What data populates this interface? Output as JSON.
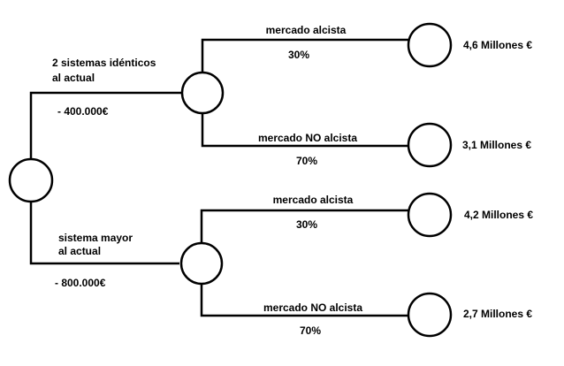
{
  "root": {
    "options": [
      {
        "name_lines": [
          "2 sistemas idénticos",
          "al actual"
        ],
        "cost": "- 400.000€",
        "branches": [
          {
            "market": "mercado alcista",
            "probability": "30%",
            "outcome": "4,6 Millones €"
          },
          {
            "market": "mercado NO alcista",
            "probability": "70%",
            "outcome": "3,1 Millones €"
          }
        ]
      },
      {
        "name_lines": [
          "sistema mayor",
          "al actual"
        ],
        "cost": "- 800.000€",
        "branches": [
          {
            "market": "mercado alcista",
            "probability": "30%",
            "outcome": "4,2 Millones €"
          },
          {
            "market": "mercado NO alcista",
            "probability": "70%",
            "outcome": "2,7 Millones €"
          }
        ]
      }
    ]
  }
}
